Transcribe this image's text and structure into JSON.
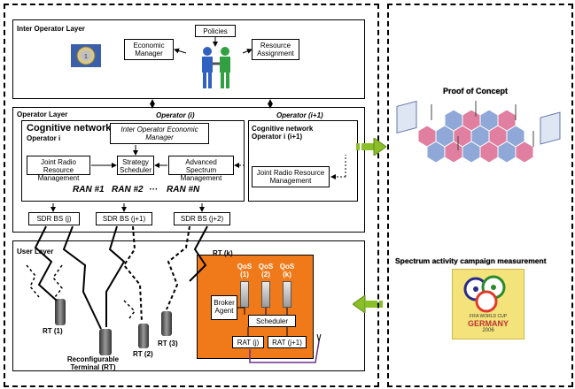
{
  "inter_operator": {
    "title": "Inter Operator Layer",
    "policies": "Policies",
    "economic_manager": "Economic Manager",
    "resource_assignment": "Resource Assignment"
  },
  "operator": {
    "title": "Operator Layer",
    "operator_i": "Operator (i)",
    "operator_i1": "Operator (i+1)",
    "cog_title_line1": "Cognitive network",
    "cog_title_line2": "Operator i",
    "inter_op_econ": "Inter Operator Economic Manager",
    "jrrm": "Joint Radio Resource Management",
    "strategy": "Strategy Scheduler",
    "asm": "Advanced Spectrum Management",
    "ran1": "RAN #1",
    "ran2": "RAN #2",
    "ran_dots": "···",
    "rann": "RAN #N",
    "cog2_line1": "Cognitive network",
    "cog2_line2": "Operator i (i+1)",
    "jrrm2": "Joint Radio Resource Management",
    "sdr1": "SDR BS (j)",
    "sdr2": "SDR BS (j+1)",
    "sdr3": "SDR BS (j+2)"
  },
  "user": {
    "title": "User Layer",
    "rt_k": "RT (k)",
    "qos1_a": "QoS",
    "qos1_b": "(1)",
    "qos2_a": "QoS",
    "qos2_b": "(2)",
    "qosk_a": "QoS",
    "qosk_b": "(k)",
    "broker": "Broker Agent",
    "scheduler": "Scheduler",
    "rat_j": "RAT (j)",
    "rat_j1": "RAT (j+1)",
    "rt1": "RT (1)",
    "rt2": "RT (2)",
    "rt3": "RT (3)",
    "reconf": "Reconfigurable Terminal (RT)"
  },
  "right": {
    "proof": "Proof of Concept",
    "spectrum": "Spectrum activity campaign measurement",
    "wc_line1": "FIFA WORLD CUP",
    "wc_line2": "GERMANY",
    "wc_line3": "2006"
  },
  "colors": {
    "orange": "#f07a1a",
    "green_arrow": "#8bbf2a",
    "hex_pink": "#e07fa0",
    "hex_blue": "#8fa8d8"
  }
}
